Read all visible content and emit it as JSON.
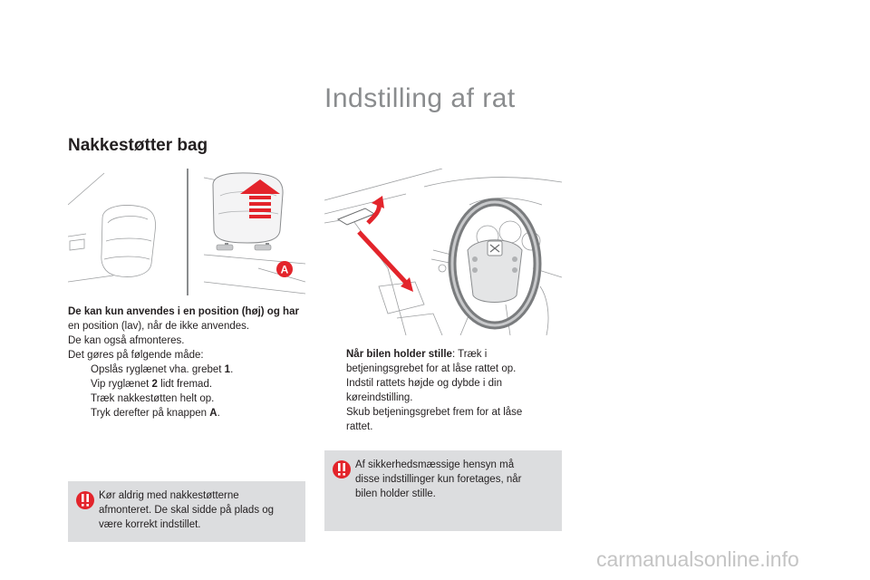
{
  "page_title": "Indstilling af rat",
  "section_title": "Nakkestøtter bag",
  "left_text": {
    "lead": "De kan kun anvendes i en position (høj) og har",
    "lines": [
      "en position (lav), når de ikke anvendes.",
      "De kan også afmonteres.",
      "Det gøres på følgende måde:"
    ],
    "bullets": [
      {
        "before": "Opslås ryglænet vha. grebet ",
        "bold": "1",
        "after": "."
      },
      {
        "before": "Vip ryglænet ",
        "bold": "2",
        "after": " lidt fremad."
      },
      {
        "before": "Træk nakkestøtten helt op.",
        "bold": "",
        "after": ""
      },
      {
        "before": "Tryk derefter på knappen ",
        "bold": "A",
        "after": "."
      }
    ]
  },
  "right_text": {
    "bullet1_bold": "Når bilen holder stille",
    "bullet1_line1": ": Træk i",
    "bullet1_line2": "betjeningsgrebet for at låse rattet op.",
    "bullet2_line1": "Indstil rattets højde og dybde i din",
    "bullet2_line2": "køreindstilling.",
    "bullet3_line1": "Skub betjeningsgrebet frem for at låse",
    "bullet3_line2": "rattet."
  },
  "bullet_symbol": "",
  "warning_left": {
    "icon": "warning-icon",
    "lines": [
      "Kør aldrig med nakkestøtterne",
      "afmonteret. De skal sidde på plads og",
      "være korrekt indstillet."
    ]
  },
  "warning_right": {
    "icon": "warning-icon",
    "lines": [
      "Af sikkerhedsmæssige hensyn må",
      "disse indstillinger kun foretages, når",
      "bilen holder stille."
    ]
  },
  "headrest_label": "A",
  "watermark": "carmanualsonline.info",
  "colors": {
    "accent_red": "#e3242b",
    "warning_bg": "#dcdddf",
    "title_gray": "#8a8c8e"
  }
}
